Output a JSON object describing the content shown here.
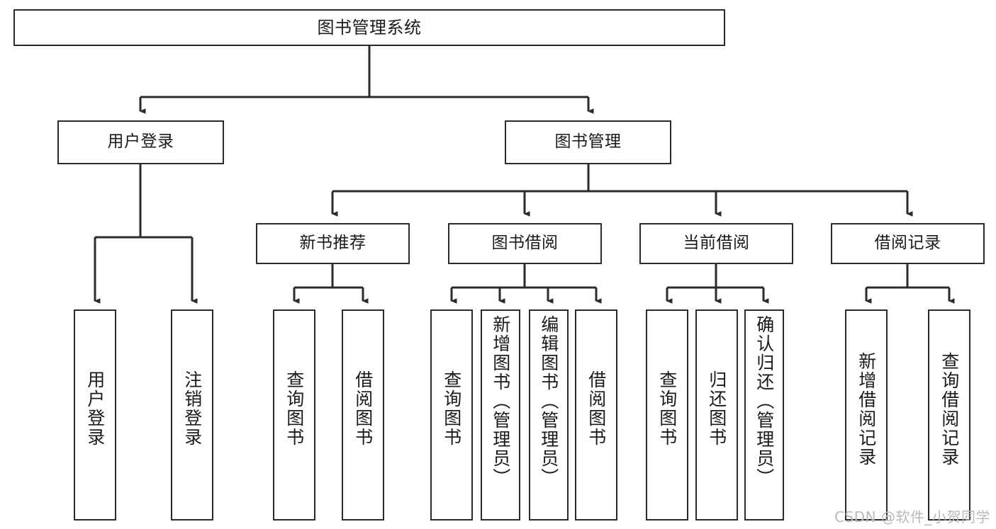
{
  "diagram": {
    "title": "图书管理系统",
    "type": "tree-hierarchy",
    "colors": {
      "box_border": "#2b2b2b",
      "box_fill": "#ffffff",
      "connector": "#2b2b2b",
      "text": "#1a1a1a",
      "watermark": "#b9b9b9",
      "background": "#ffffff"
    },
    "levels": {
      "level1": [
        "图书管理系统"
      ],
      "level2": [
        "用户登录",
        "图书管理"
      ],
      "level3": [
        "新书推荐",
        "图书借阅",
        "当前借阅",
        "借阅记录"
      ],
      "level4": [
        "用户登录",
        "注销登录",
        "查询图书",
        "借阅图书",
        "查询图书",
        "新增图书（管理员）",
        "编辑图书（管理员）",
        "借阅图书",
        "查询图书",
        "归还图书",
        "确认归还（管理员）",
        "新增借阅记录",
        "查询借阅记录"
      ]
    }
  },
  "nodes": {
    "root": {
      "label": "图书管理系统"
    },
    "user_login": {
      "label": "用户登录"
    },
    "book_manage": {
      "label": "图书管理"
    },
    "new_book_rec": {
      "label": "新书推荐"
    },
    "book_borrow": {
      "label": "图书借阅"
    },
    "current_borrow": {
      "label": "当前借阅"
    },
    "borrow_record": {
      "label": "借阅记录"
    },
    "leaf_user_login": {
      "label": "用户登录"
    },
    "leaf_logout": {
      "label": "注销登录"
    },
    "leaf_query_book_1": {
      "label": "查询图书"
    },
    "leaf_borrow_book_1": {
      "label": "借阅图书"
    },
    "leaf_query_book_2": {
      "label": "查询图书"
    },
    "leaf_add_book": {
      "label": "新增图书（管理员）"
    },
    "leaf_edit_book": {
      "label": "编辑图书（管理员）"
    },
    "leaf_borrow_book_2": {
      "label": "借阅图书"
    },
    "leaf_query_book_3": {
      "label": "查询图书"
    },
    "leaf_return_book": {
      "label": "归还图书"
    },
    "leaf_confirm_return": {
      "label": "确认归还（管理员）"
    },
    "leaf_add_record": {
      "label": "新增借阅记录"
    },
    "leaf_query_record": {
      "label": "查询借阅记录"
    }
  },
  "watermark": {
    "text": "CSDN @软件_小贺同学"
  }
}
